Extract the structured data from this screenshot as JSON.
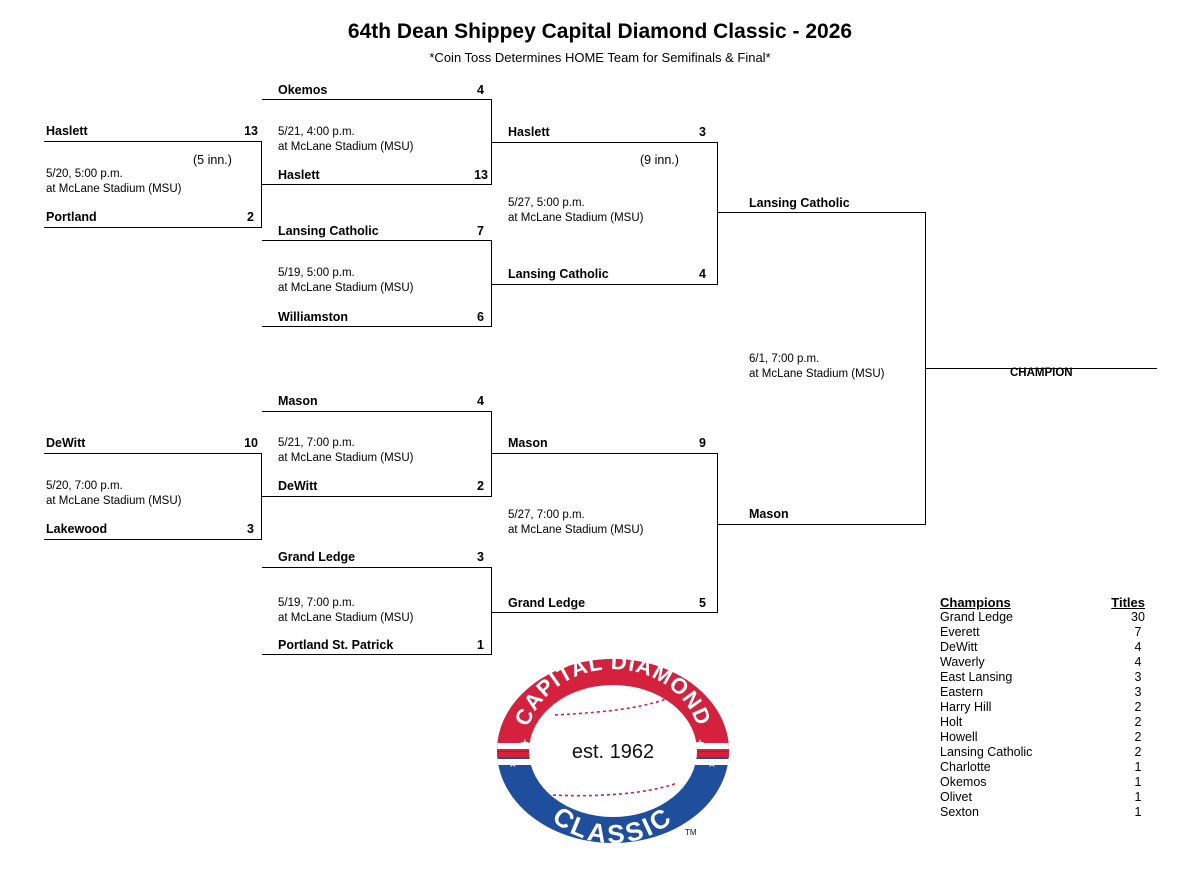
{
  "title": "64th Dean Shippey Capital Diamond Classic - 2026",
  "subtitle": "*Coin Toss Determines HOME Team for Semifinals & Final*",
  "round1": [
    {
      "top_team": "Haslett",
      "top_score": "13",
      "bottom_team": "Portland",
      "bottom_score": "2",
      "note": "(5 inn.)",
      "date": "5/20, 5:00 p.m.",
      "venue": "at McLane Stadium (MSU)"
    },
    {
      "top_team": "DeWitt",
      "top_score": "10",
      "bottom_team": "Lakewood",
      "bottom_score": "3",
      "date": "5/20, 7:00 p.m.",
      "venue": "at McLane Stadium (MSU)"
    }
  ],
  "quarterfinals": [
    {
      "top_team": "Okemos",
      "top_score": "4",
      "bottom_team": "Haslett",
      "bottom_score": "13",
      "date": "5/21, 4:00 p.m.",
      "venue": "at McLane Stadium (MSU)"
    },
    {
      "top_team": "Lansing Catholic",
      "top_score": "7",
      "bottom_team": "Williamston",
      "bottom_score": "6",
      "date": "5/19, 5:00 p.m.",
      "venue": "at McLane Stadium (MSU)"
    },
    {
      "top_team": "Mason",
      "top_score": "4",
      "bottom_team": "DeWitt",
      "bottom_score": "2",
      "date": "5/21, 7:00 p.m.",
      "venue": "at McLane Stadium (MSU)"
    },
    {
      "top_team": "Grand Ledge",
      "top_score": "3",
      "bottom_team": "Portland St. Patrick",
      "bottom_score": "1",
      "date": "5/19, 7:00 p.m.",
      "venue": "at McLane Stadium (MSU)"
    }
  ],
  "semifinals": [
    {
      "top_team": "Haslett",
      "top_score": "3",
      "bottom_team": "Lansing Catholic",
      "bottom_score": "4",
      "note": "(9 inn.)",
      "date": "5/27, 5:00 p.m.",
      "venue": "at McLane Stadium (MSU)"
    },
    {
      "top_team": "Mason",
      "top_score": "9",
      "bottom_team": "Grand Ledge",
      "bottom_score": "5",
      "date": "5/27, 7:00 p.m.",
      "venue": "at McLane Stadium (MSU)"
    }
  ],
  "final": {
    "top_team": "Lansing Catholic",
    "bottom_team": "Mason",
    "date": "6/1, 7:00 p.m.",
    "venue": "at McLane Stadium (MSU)",
    "champion_label": "CHAMPION"
  },
  "champions_table": {
    "header_left": "Champions",
    "header_right": "Titles",
    "rows": [
      {
        "name": "Grand Ledge",
        "titles": "30"
      },
      {
        "name": "Everett",
        "titles": "7"
      },
      {
        "name": "DeWitt",
        "titles": "4"
      },
      {
        "name": "Waverly",
        "titles": "4"
      },
      {
        "name": "East Lansing",
        "titles": "3"
      },
      {
        "name": "Eastern",
        "titles": "3"
      },
      {
        "name": "Harry Hill",
        "titles": "2"
      },
      {
        "name": "Holt",
        "titles": "2"
      },
      {
        "name": "Howell",
        "titles": "2"
      },
      {
        "name": "Lansing Catholic",
        "titles": "2"
      },
      {
        "name": "Charlotte",
        "titles": "1"
      },
      {
        "name": "Okemos",
        "titles": "1"
      },
      {
        "name": "Olivet",
        "titles": "1"
      },
      {
        "name": "Sexton",
        "titles": "1"
      }
    ]
  },
  "logo": {
    "top_text": "CAPITAL DIAMOND",
    "center_text": "est. 1962",
    "bottom_text": "CLASSIC",
    "tm": "TM",
    "red": "#d4213d",
    "blue": "#1f4e9c"
  }
}
